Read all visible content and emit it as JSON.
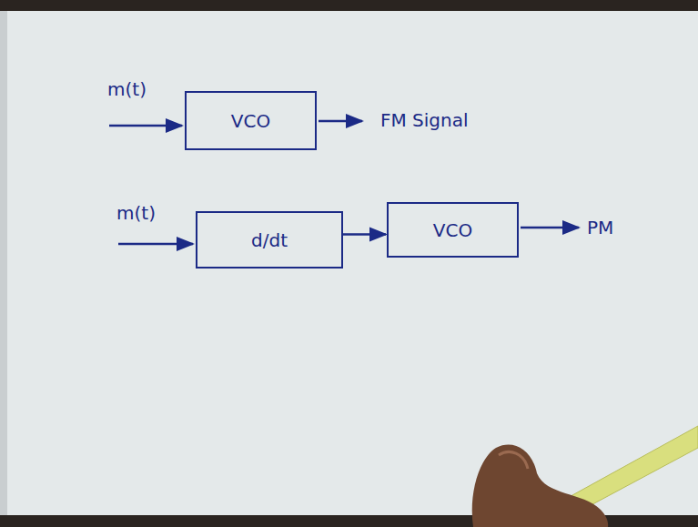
{
  "diagram": {
    "nodes": [
      {
        "text": [
          "VCO"
        ]
      },
      {
        "text": [
          "d/dt"
        ]
      },
      {
        "text": [
          "VCO"
        ]
      }
    ],
    "edges": [
      {
        "from": 1,
        "to": 2,
        "arrow": "to"
      }
    ],
    "labels": [
      "m(t)",
      "FM Signal",
      "m(t)",
      "PM"
    ]
  }
}
